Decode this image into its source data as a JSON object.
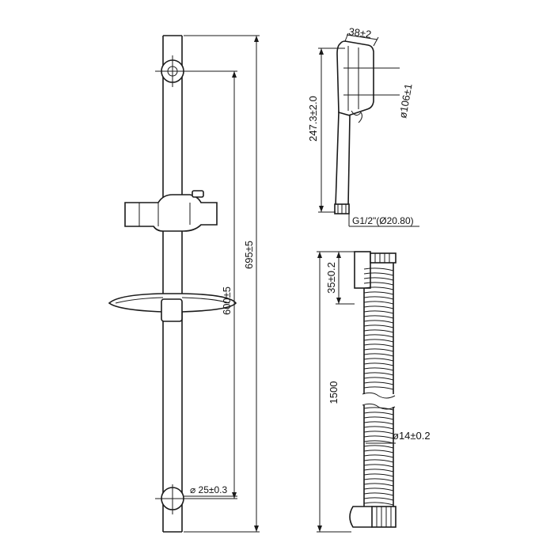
{
  "dimensions": {
    "rail_length": "695±5",
    "bracket_spacing": "600±5",
    "rail_diameter": "⌀ 25±0.3",
    "head_width": "38±2",
    "head_diameter": "ø106±1",
    "handshower_length": "247.3±2.0",
    "thread": "G1/2\"(Ø20.80)",
    "hose_nut_length": "35±0.2",
    "hose_length": "1500",
    "hose_diameter": "ø14±0.2"
  }
}
